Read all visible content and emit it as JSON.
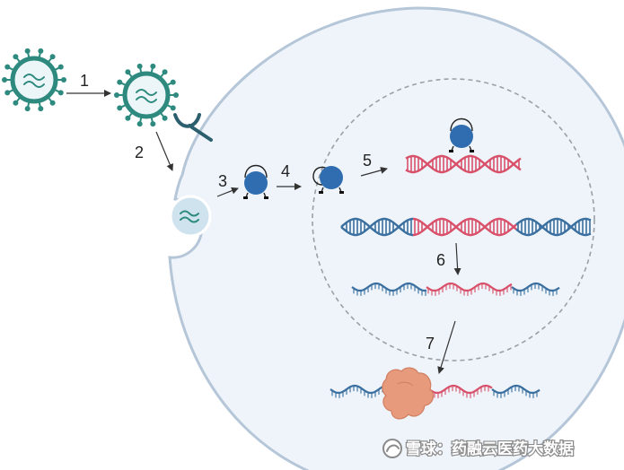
{
  "diagram": {
    "steps": [
      "1",
      "2",
      "3",
      "4",
      "5",
      "6",
      "7"
    ]
  },
  "watermark": {
    "text": "雪球：药融云医药大数据"
  },
  "colors": {
    "cell_fill": "#eef4fa",
    "cell_stroke": "#b5c6d8",
    "virus_teal": "#2e8a7e",
    "virus_inner": "#ecf6f8",
    "protein_blue": "#2f6db0",
    "dna_blue": "#3a6f9f",
    "dna_pink": "#d9506a",
    "ribosome": "#e79a7c",
    "receptor": "#2c5f6e"
  },
  "icons": [
    "virus-icon",
    "receptor-icon",
    "endosome-icon",
    "integrase-icon",
    "dna-icon",
    "mrna-icon",
    "ribosome-icon",
    "arrow-icon"
  ]
}
